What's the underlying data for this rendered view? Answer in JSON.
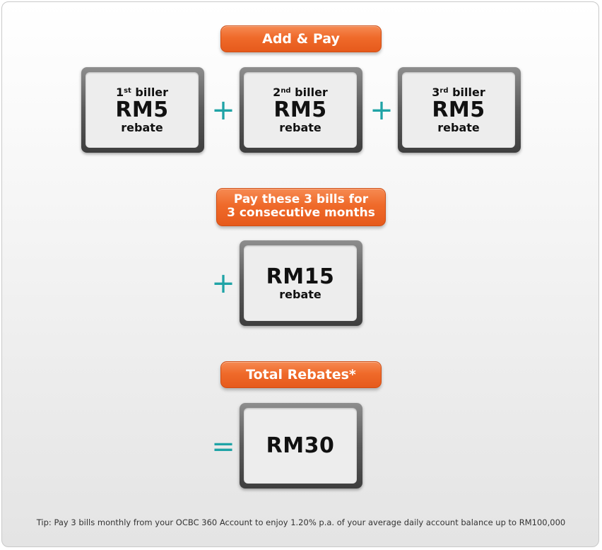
{
  "add_pay_label": "Add & Pay",
  "billers": [
    {
      "ordinal": "1",
      "suffix": "st",
      "word": "biller",
      "amount": "RM5",
      "rebate": "rebate"
    },
    {
      "ordinal": "2",
      "suffix": "nd",
      "word": "biller",
      "amount": "RM5",
      "rebate": "rebate"
    },
    {
      "ordinal": "3",
      "suffix": "rd",
      "word": "biller",
      "amount": "RM5",
      "rebate": "rebate"
    }
  ],
  "operators": {
    "plus": "+",
    "equals": "="
  },
  "consecutive_label": {
    "line1": "Pay these 3 bills for",
    "line2": "3 consecutive months"
  },
  "bonus": {
    "amount": "RM15",
    "rebate": "rebate"
  },
  "total_label": "Total Rebates*",
  "total": {
    "amount": "RM30"
  },
  "tip": "Tip: Pay 3 bills monthly from your OCBC 360 Account to enjoy 1.20% p.a. of your average daily account balance up to RM100,000",
  "colors": {
    "accent_orange": "#ef6a2a",
    "operator_teal": "#1fa3a6"
  }
}
